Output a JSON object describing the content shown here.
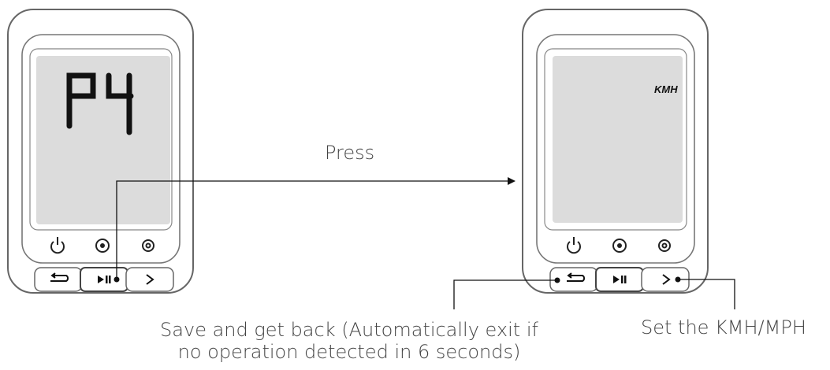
{
  "left_device": {
    "display_text": "P4"
  },
  "right_device": {
    "display_text": "KMH"
  },
  "labels": {
    "press": "Press",
    "save_line1": "Save and get back (Automatically exit if",
    "save_line2": "no operation detected in 6 seconds)",
    "set_units": "Set the KMH/MPH"
  },
  "icons": {
    "power": "power-icon",
    "record": "record-icon",
    "settings": "settings-icon",
    "back": "back-arrow-icon",
    "play_pause": "play-pause-icon",
    "next": "chevron-right-icon"
  },
  "colors": {
    "stroke": "#555555",
    "screen": "#dcdcdc",
    "line": "#222222"
  }
}
